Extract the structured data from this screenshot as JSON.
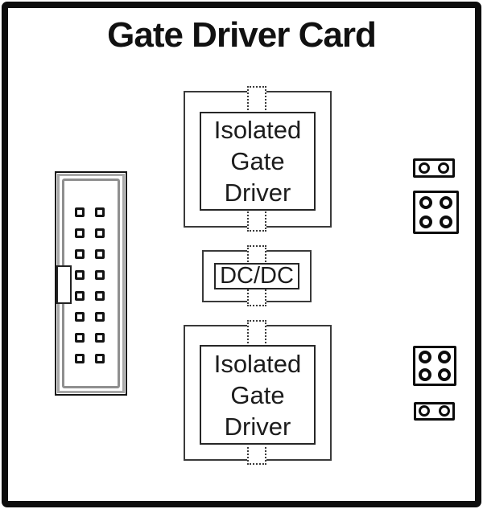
{
  "title": "Gate Driver Card",
  "blocks": {
    "gate_driver_top": {
      "label": "Isolated Gate Driver"
    },
    "dcdc": {
      "label": "DC/DC"
    },
    "gate_driver_bottom": {
      "label": "Isolated Gate Driver"
    }
  },
  "left_connector": {
    "type": "shrouded-ribbon-header",
    "pin_rows": 8,
    "pin_cols": 2,
    "pin_count": 16,
    "has_polarization_key": true
  },
  "right_headers": [
    {
      "position": "top",
      "pins": 2,
      "rows": 1,
      "cols": 2
    },
    {
      "position": "top",
      "pins": 4,
      "rows": 2,
      "cols": 2
    },
    {
      "position": "bottom",
      "pins": 4,
      "rows": 2,
      "cols": 2
    },
    {
      "position": "bottom",
      "pins": 2,
      "rows": 1,
      "cols": 2
    }
  ],
  "colors": {
    "background": "#ffffff",
    "card_border": "#0d0d0d",
    "block_border": "#3a3a3a",
    "inner_block_border": "#262626",
    "text": "#1a1a1a",
    "shroud_gray": "#a8a8a8",
    "pin_black": "#141414"
  }
}
